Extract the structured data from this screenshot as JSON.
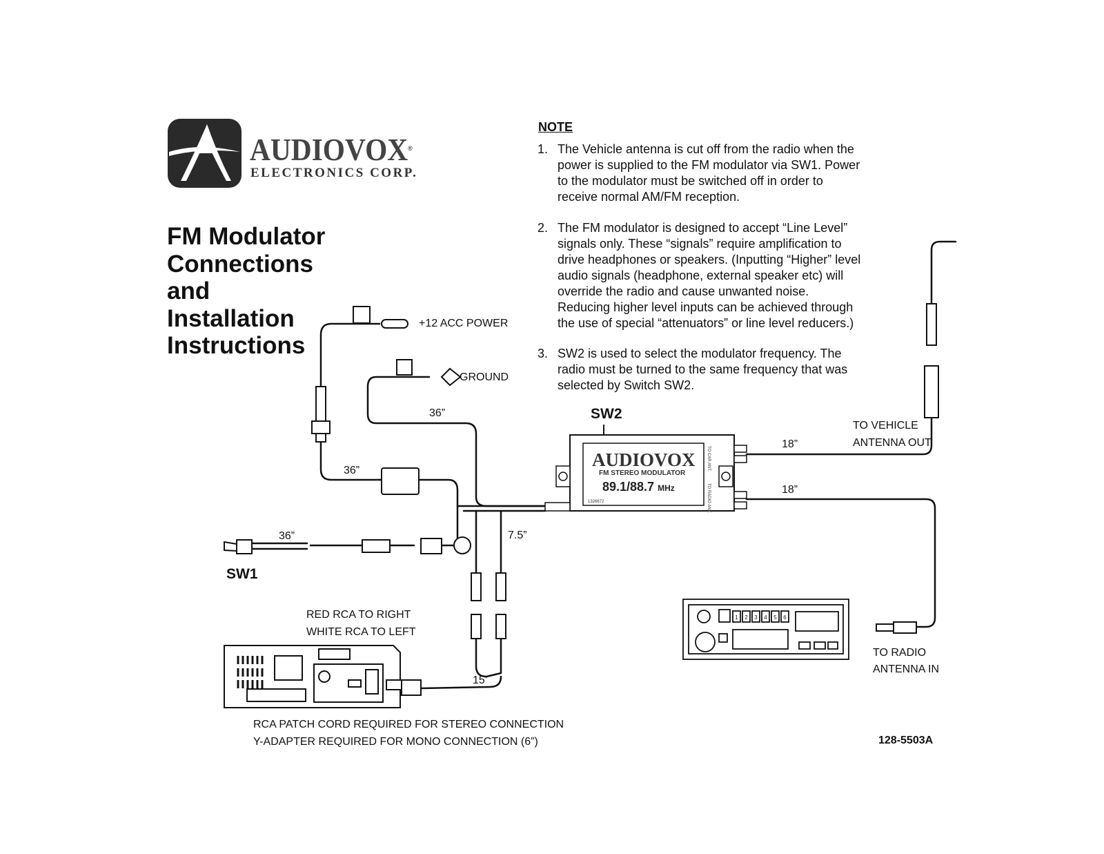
{
  "logo": {
    "brand": "AUDIOVOX",
    "registered": "®",
    "subtitle": "ELECTRONICS CORP."
  },
  "title": {
    "lines": [
      "FM Modulator",
      "Connections",
      "and",
      "Installation",
      "Instructions"
    ]
  },
  "note": {
    "heading": "NOTE",
    "items": [
      {
        "num": "1.",
        "text": "The Vehicle antenna is cut off from the radio when the power is supplied to the FM modulator via SW1. Power to the modulator must be switched off in order to receive normal AM/FM reception."
      },
      {
        "num": "2.",
        "text": "The FM modulator is designed to accept “Line Level” signals only.  These “signals” require amplification to drive headphones or speakers. (Inputting “Higher” level audio signals (headphone, external speaker etc) will override the radio and cause unwanted noise. Reducing higher level inputs can be achieved through the use of special “attenuators” or line level reducers.)"
      },
      {
        "num": "3.",
        "text": "SW2 is used to select the modulator frequency. The radio must be turned to the same frequency that was selected by Switch SW2."
      }
    ]
  },
  "diagram": {
    "acc_power": "+12 ACC POWER",
    "ground": "GROUND",
    "len_ground": "36”",
    "len_power": "36”",
    "len_switch": "36”",
    "len_rca": "7.5”",
    "len_patch": "15’",
    "len_antenna_out": "18”",
    "len_antenna_in": "18”",
    "sw1": "SW1",
    "sw2": "SW2",
    "to_vehicle_1": "TO VEHICLE",
    "to_vehicle_2": "ANTENNA OUT",
    "to_radio_1": "TO RADIO",
    "to_radio_2": "ANTENNA IN",
    "rca_red": "RED RCA TO RIGHT",
    "rca_white": "WHITE RCA TO LEFT",
    "patch_cord": "RCA PATCH CORD REQUIRED FOR STEREO CONNECTION",
    "y_adapter": "Y-ADAPTER REQUIRED FOR MONO CONNECTION (6”)",
    "modulator": {
      "brand": "AUDIOVOX",
      "label": "FM STEREO MODULATOR",
      "freq": "89.1/88.7",
      "unit": "MHz",
      "code": "1326672",
      "to_car_ant": "TO CAR ANT.",
      "to_radio_ant": "TO RADIO ANT."
    },
    "radio_presets": [
      "1",
      "2",
      "3",
      "4",
      "5",
      "6"
    ]
  },
  "part_number": "128-5503A"
}
